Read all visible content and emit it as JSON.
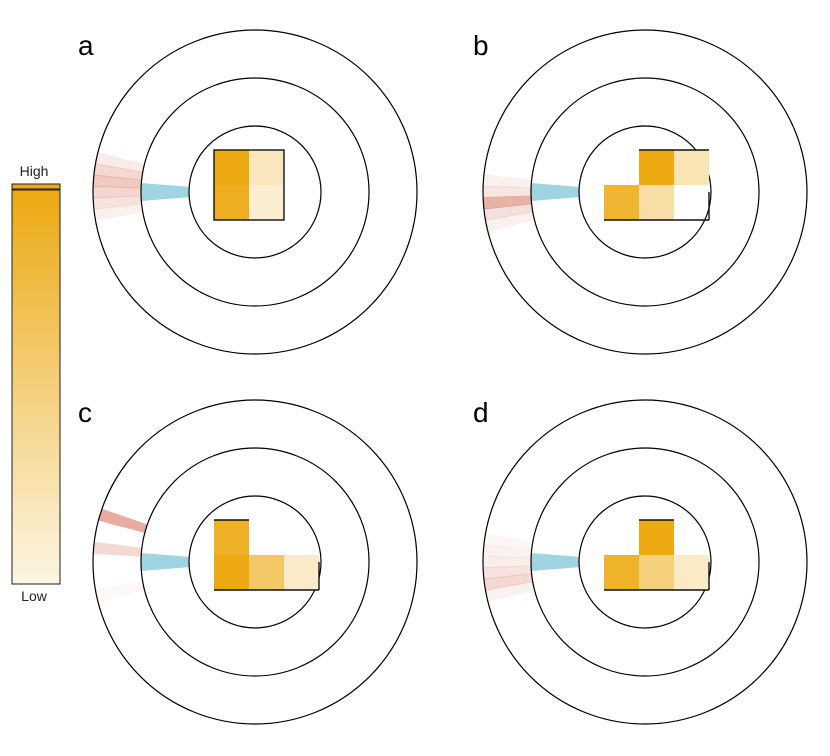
{
  "legend": {
    "high_label": "High",
    "low_label": "Low",
    "color_high": "#eca912",
    "color_low": "#fdf5e4"
  },
  "colors": {
    "ring_stroke": "#000000",
    "blue_wedge": "#9fd5e3",
    "red_wedge": "#d9806b"
  },
  "panels": [
    {
      "letter": "a",
      "cells": [
        {
          "col": 0,
          "row": 0,
          "intensity": 1.0
        },
        {
          "col": 1,
          "row": 0,
          "intensity": 0.18
        },
        {
          "col": 0,
          "row": 1,
          "intensity": 0.93
        },
        {
          "col": 1,
          "row": 1,
          "intensity": 0.1
        }
      ],
      "red_wedges": [
        {
          "angle": -8,
          "opacity": 0.12
        },
        {
          "angle": -4,
          "opacity": 0.22
        },
        {
          "angle": 0,
          "opacity": 0.32
        },
        {
          "angle": 4,
          "opacity": 0.42
        },
        {
          "angle": 8,
          "opacity": 0.3
        },
        {
          "angle": 12,
          "opacity": 0.16
        }
      ]
    },
    {
      "letter": "b",
      "cells": [
        {
          "col": 1,
          "row": 0,
          "intensity": 1.0
        },
        {
          "col": 2,
          "row": 0,
          "intensity": 0.22
        },
        {
          "col": 0,
          "row": 1,
          "intensity": 0.85
        },
        {
          "col": 1,
          "row": 1,
          "intensity": 0.3
        }
      ],
      "red_wedges": [
        {
          "angle": -12,
          "opacity": 0.12
        },
        {
          "angle": -8,
          "opacity": 0.25
        },
        {
          "angle": -4,
          "opacity": 0.6
        },
        {
          "angle": 0,
          "opacity": 0.2
        },
        {
          "angle": 4,
          "opacity": 0.12
        }
      ]
    },
    {
      "letter": "c",
      "cells": [
        {
          "col": 0,
          "row": 0,
          "intensity": 0.9
        },
        {
          "col": 0,
          "row": 1,
          "intensity": 1.0
        },
        {
          "col": 1,
          "row": 1,
          "intensity": 0.6
        },
        {
          "col": 2,
          "row": 1,
          "intensity": 0.14
        }
      ],
      "red_wedges": [
        {
          "angle": -12,
          "opacity": 0.06
        },
        {
          "angle": 5,
          "opacity": 0.3
        },
        {
          "angle": 17,
          "opacity": 0.65
        }
      ]
    },
    {
      "letter": "d",
      "cells": [
        {
          "col": 1,
          "row": 0,
          "intensity": 1.0
        },
        {
          "col": 0,
          "row": 1,
          "intensity": 0.88
        },
        {
          "col": 1,
          "row": 1,
          "intensity": 0.5
        },
        {
          "col": 2,
          "row": 1,
          "intensity": 0.15
        }
      ],
      "red_wedges": [
        {
          "angle": -12,
          "opacity": 0.12
        },
        {
          "angle": -8,
          "opacity": 0.3
        },
        {
          "angle": -4,
          "opacity": 0.22
        },
        {
          "angle": 0,
          "opacity": 0.14
        },
        {
          "angle": 4,
          "opacity": 0.1
        },
        {
          "angle": 8,
          "opacity": 0.07
        }
      ]
    }
  ]
}
